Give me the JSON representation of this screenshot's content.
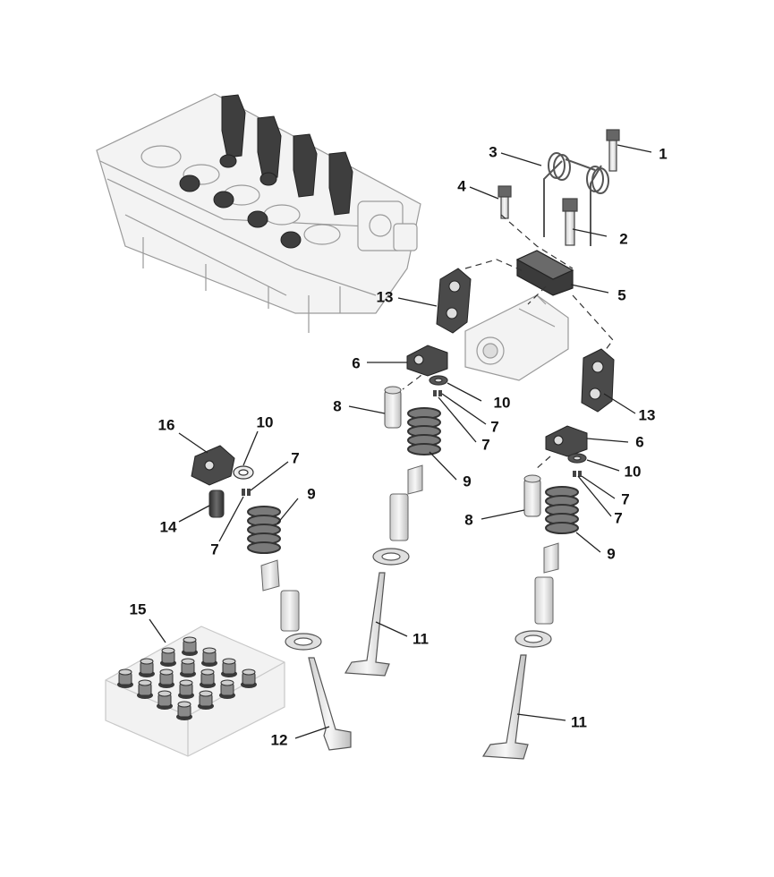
{
  "parts": {
    "p1": "1",
    "p2": "2",
    "p3": "3",
    "p4": "4",
    "p5": "5",
    "p6a": "6",
    "p6b": "6",
    "p7a": "7",
    "p7b": "7",
    "p7c": "7",
    "p7d": "7",
    "p7e": "7",
    "p7f": "7",
    "p8a": "8",
    "p8b": "8",
    "p9a": "9",
    "p9b": "9",
    "p9c": "9",
    "p10a": "10",
    "p10b": "10",
    "p10c": "10",
    "p11a": "11",
    "p11b": "11",
    "p12": "12",
    "p13a": "13",
    "p13b": "13",
    "p14": "14",
    "p15": "15",
    "p16": "16"
  },
  "colors": {
    "line": "#333333",
    "part_fill": "#eeeeee",
    "part_dark": "#555555",
    "engine_light": "#f2f2f2",
    "engine_dark": "#3a3a3a"
  }
}
